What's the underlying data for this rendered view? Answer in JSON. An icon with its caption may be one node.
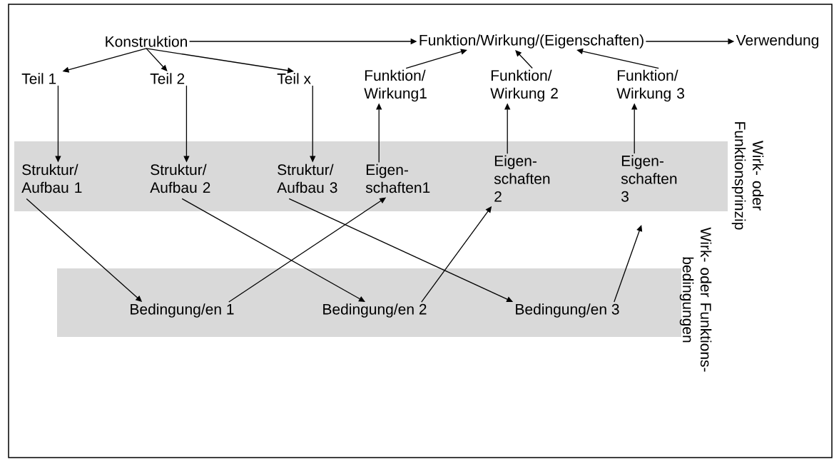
{
  "diagram": {
    "nodes": [
      {
        "text": [
          "Konstruktion"
        ]
      },
      {
        "text": [
          "Funktion/Wirkung/(Eigenschaften)"
        ]
      },
      {
        "text": [
          "Verwendung"
        ]
      },
      {
        "text": [
          "Teil 1"
        ]
      },
      {
        "text": [
          "Teil 2"
        ]
      },
      {
        "text": [
          "Teil x"
        ]
      },
      {
        "text": [
          "Funktion/ Wirkung1"
        ]
      },
      {
        "text": [
          "Funktion/ Wirkung 2"
        ]
      },
      {
        "text": [
          "Funktion/ Wirkung 3"
        ]
      },
      {
        "text": [
          "Wirk- oder Funktionsprinzip"
        ]
      },
      {
        "text": [
          "Struktur/ Aufbau 1"
        ],
        "in": 9
      },
      {
        "text": [
          "Struktur/ Aufbau 2"
        ],
        "in": 9
      },
      {
        "text": [
          "Struktur/ Aufbau 3"
        ],
        "in": 9
      },
      {
        "text": [
          "Eigen- schaften1"
        ],
        "in": 9
      },
      {
        "text": [
          "Eigen- schaften 2"
        ],
        "in": 9
      },
      {
        "text": [
          "Eigen- schaften 3"
        ],
        "in": 9
      },
      {
        "text": [
          "Wirk- oder Funktions- bedingungen"
        ]
      },
      {
        "text": [
          "Bedingung/en 1"
        ],
        "in": 16
      },
      {
        "text": [
          "Bedingung/en 2"
        ],
        "in": 16
      },
      {
        "text": [
          "Bedingung/en 3"
        ],
        "in": 16
      }
    ],
    "edges": [
      {
        "from": 0,
        "to": 1,
        "arrow": "to"
      },
      {
        "from": 1,
        "to": 2,
        "arrow": "to"
      },
      {
        "from": 0,
        "to": 3,
        "arrow": "to"
      },
      {
        "from": 0,
        "to": 4,
        "arrow": "to"
      },
      {
        "from": 0,
        "to": 5,
        "arrow": "to"
      },
      {
        "from": 6,
        "to": 1,
        "arrow": "to"
      },
      {
        "from": 7,
        "to": 1,
        "arrow": "to"
      },
      {
        "from": 8,
        "to": 1,
        "arrow": "to"
      },
      {
        "from": 3,
        "to": 10,
        "arrow": "to"
      },
      {
        "from": 4,
        "to": 11,
        "arrow": "to"
      },
      {
        "from": 5,
        "to": 12,
        "arrow": "to"
      },
      {
        "from": 13,
        "to": 6,
        "arrow": "to"
      },
      {
        "from": 14,
        "to": 7,
        "arrow": "to"
      },
      {
        "from": 15,
        "to": 8,
        "arrow": "to"
      },
      {
        "from": 10,
        "to": 17,
        "arrow": "to"
      },
      {
        "from": 11,
        "to": 18,
        "arrow": "to"
      },
      {
        "from": 12,
        "to": 19,
        "arrow": "to"
      },
      {
        "from": 17,
        "to": 13,
        "arrow": "to"
      },
      {
        "from": 18,
        "to": 14,
        "arrow": "to"
      },
      {
        "from": 19,
        "to": 15,
        "arrow": "to"
      }
    ]
  }
}
